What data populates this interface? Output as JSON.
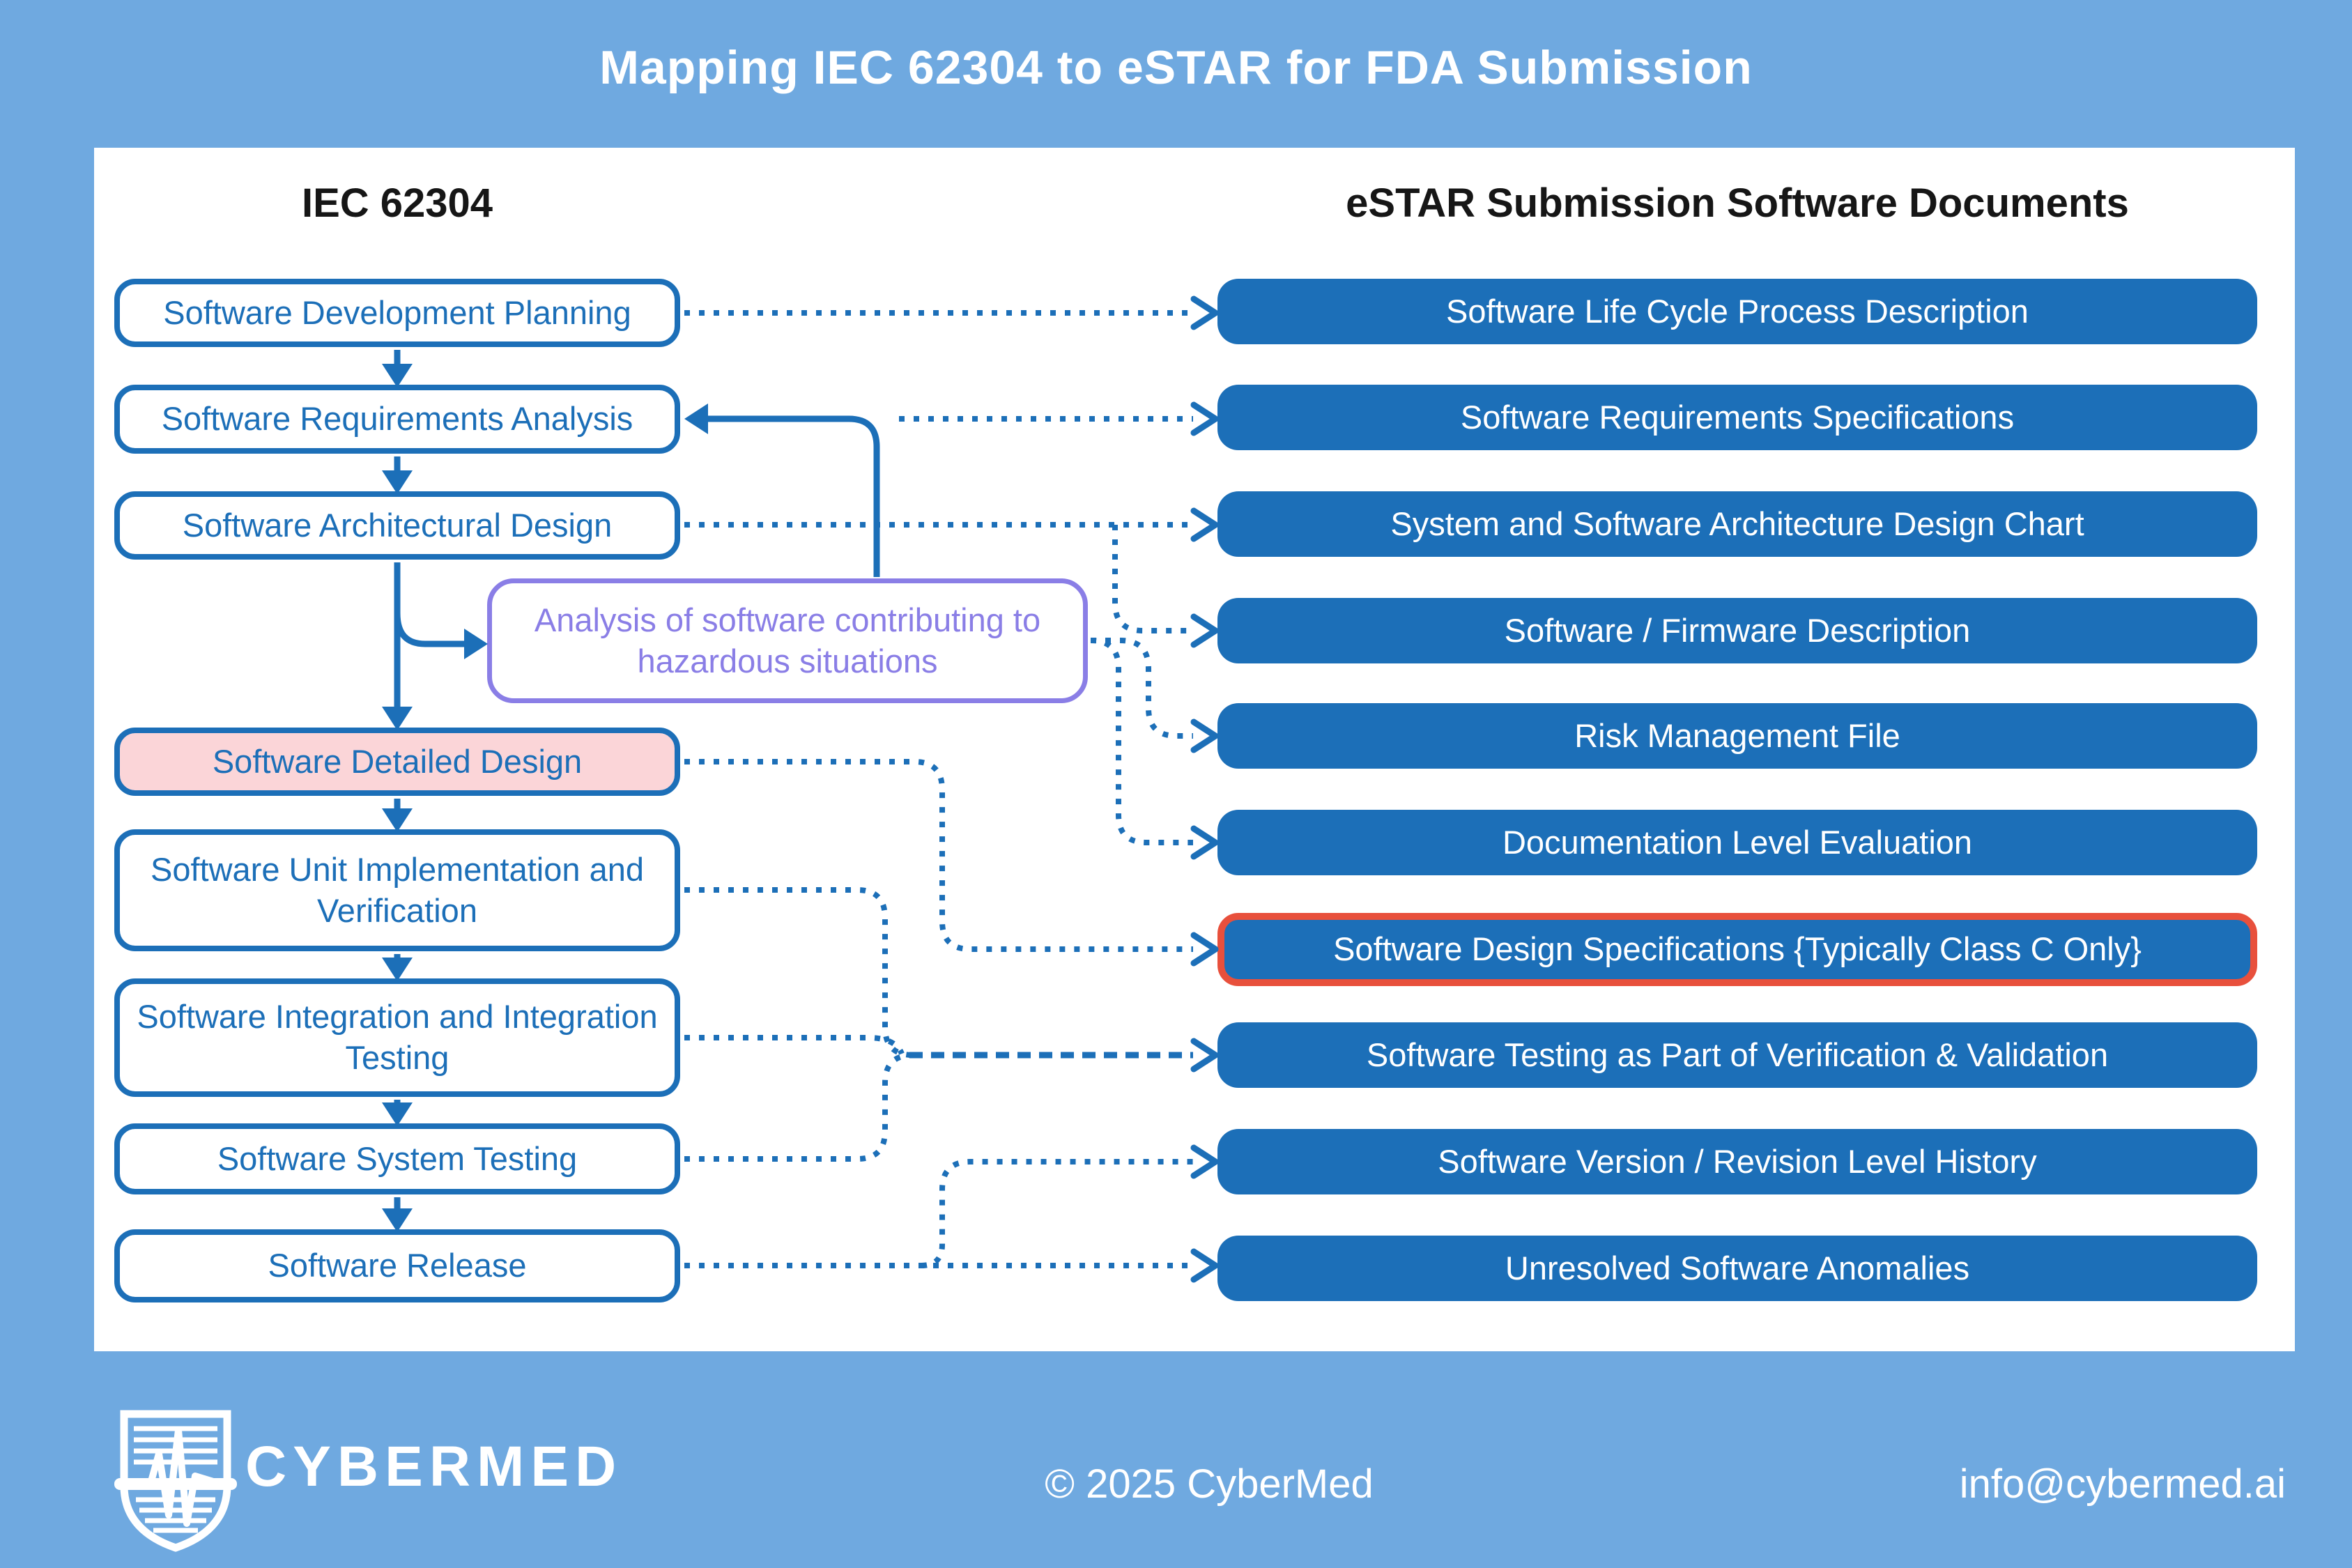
{
  "title": "Mapping IEC 62304 to eSTAR for FDA Submission",
  "headers": {
    "left": "IEC 62304",
    "right": "eSTAR Submission Software Documents"
  },
  "iec": [
    {
      "label": "Software Development Planning"
    },
    {
      "label": "Software Requirements Analysis"
    },
    {
      "label": "Software Architectural Design"
    },
    {
      "label": "Analysis of software contributing to hazardous situations"
    },
    {
      "label": "Software Detailed Design"
    },
    {
      "label": "Software Unit Implementation and Verification"
    },
    {
      "label": "Software Integration and Integration Testing"
    },
    {
      "label": "Software System Testing"
    },
    {
      "label": "Software Release"
    }
  ],
  "estar": [
    {
      "label": "Software Life Cycle Process Description"
    },
    {
      "label": "Software Requirements Specifications"
    },
    {
      "label": "System and Software Architecture Design Chart"
    },
    {
      "label": "Software / Firmware Description"
    },
    {
      "label": "Risk Management File"
    },
    {
      "label": "Documentation Level Evaluation"
    },
    {
      "label": "Software Design Specifications {Typically Class C Only}",
      "highlight": "red-outline"
    },
    {
      "label": "Software Testing as Part of Verification & Validation"
    },
    {
      "label": "Software Version / Revision Level History"
    },
    {
      "label": "Unresolved Software Anomalies"
    }
  ],
  "footer": {
    "brand": "CYBERMED",
    "copyright": "© 2025 CyberMed",
    "email": "info@cybermed.ai"
  },
  "colors": {
    "background": "#6FA9E0",
    "card": "#FFFFFF",
    "primary_blue": "#1C6FB8",
    "purple": "#8A7EE6",
    "pink_fill": "#FBD5D8",
    "highlight_red": "#E8503C",
    "header_text": "#161616",
    "title_text": "#FFFFFF"
  }
}
